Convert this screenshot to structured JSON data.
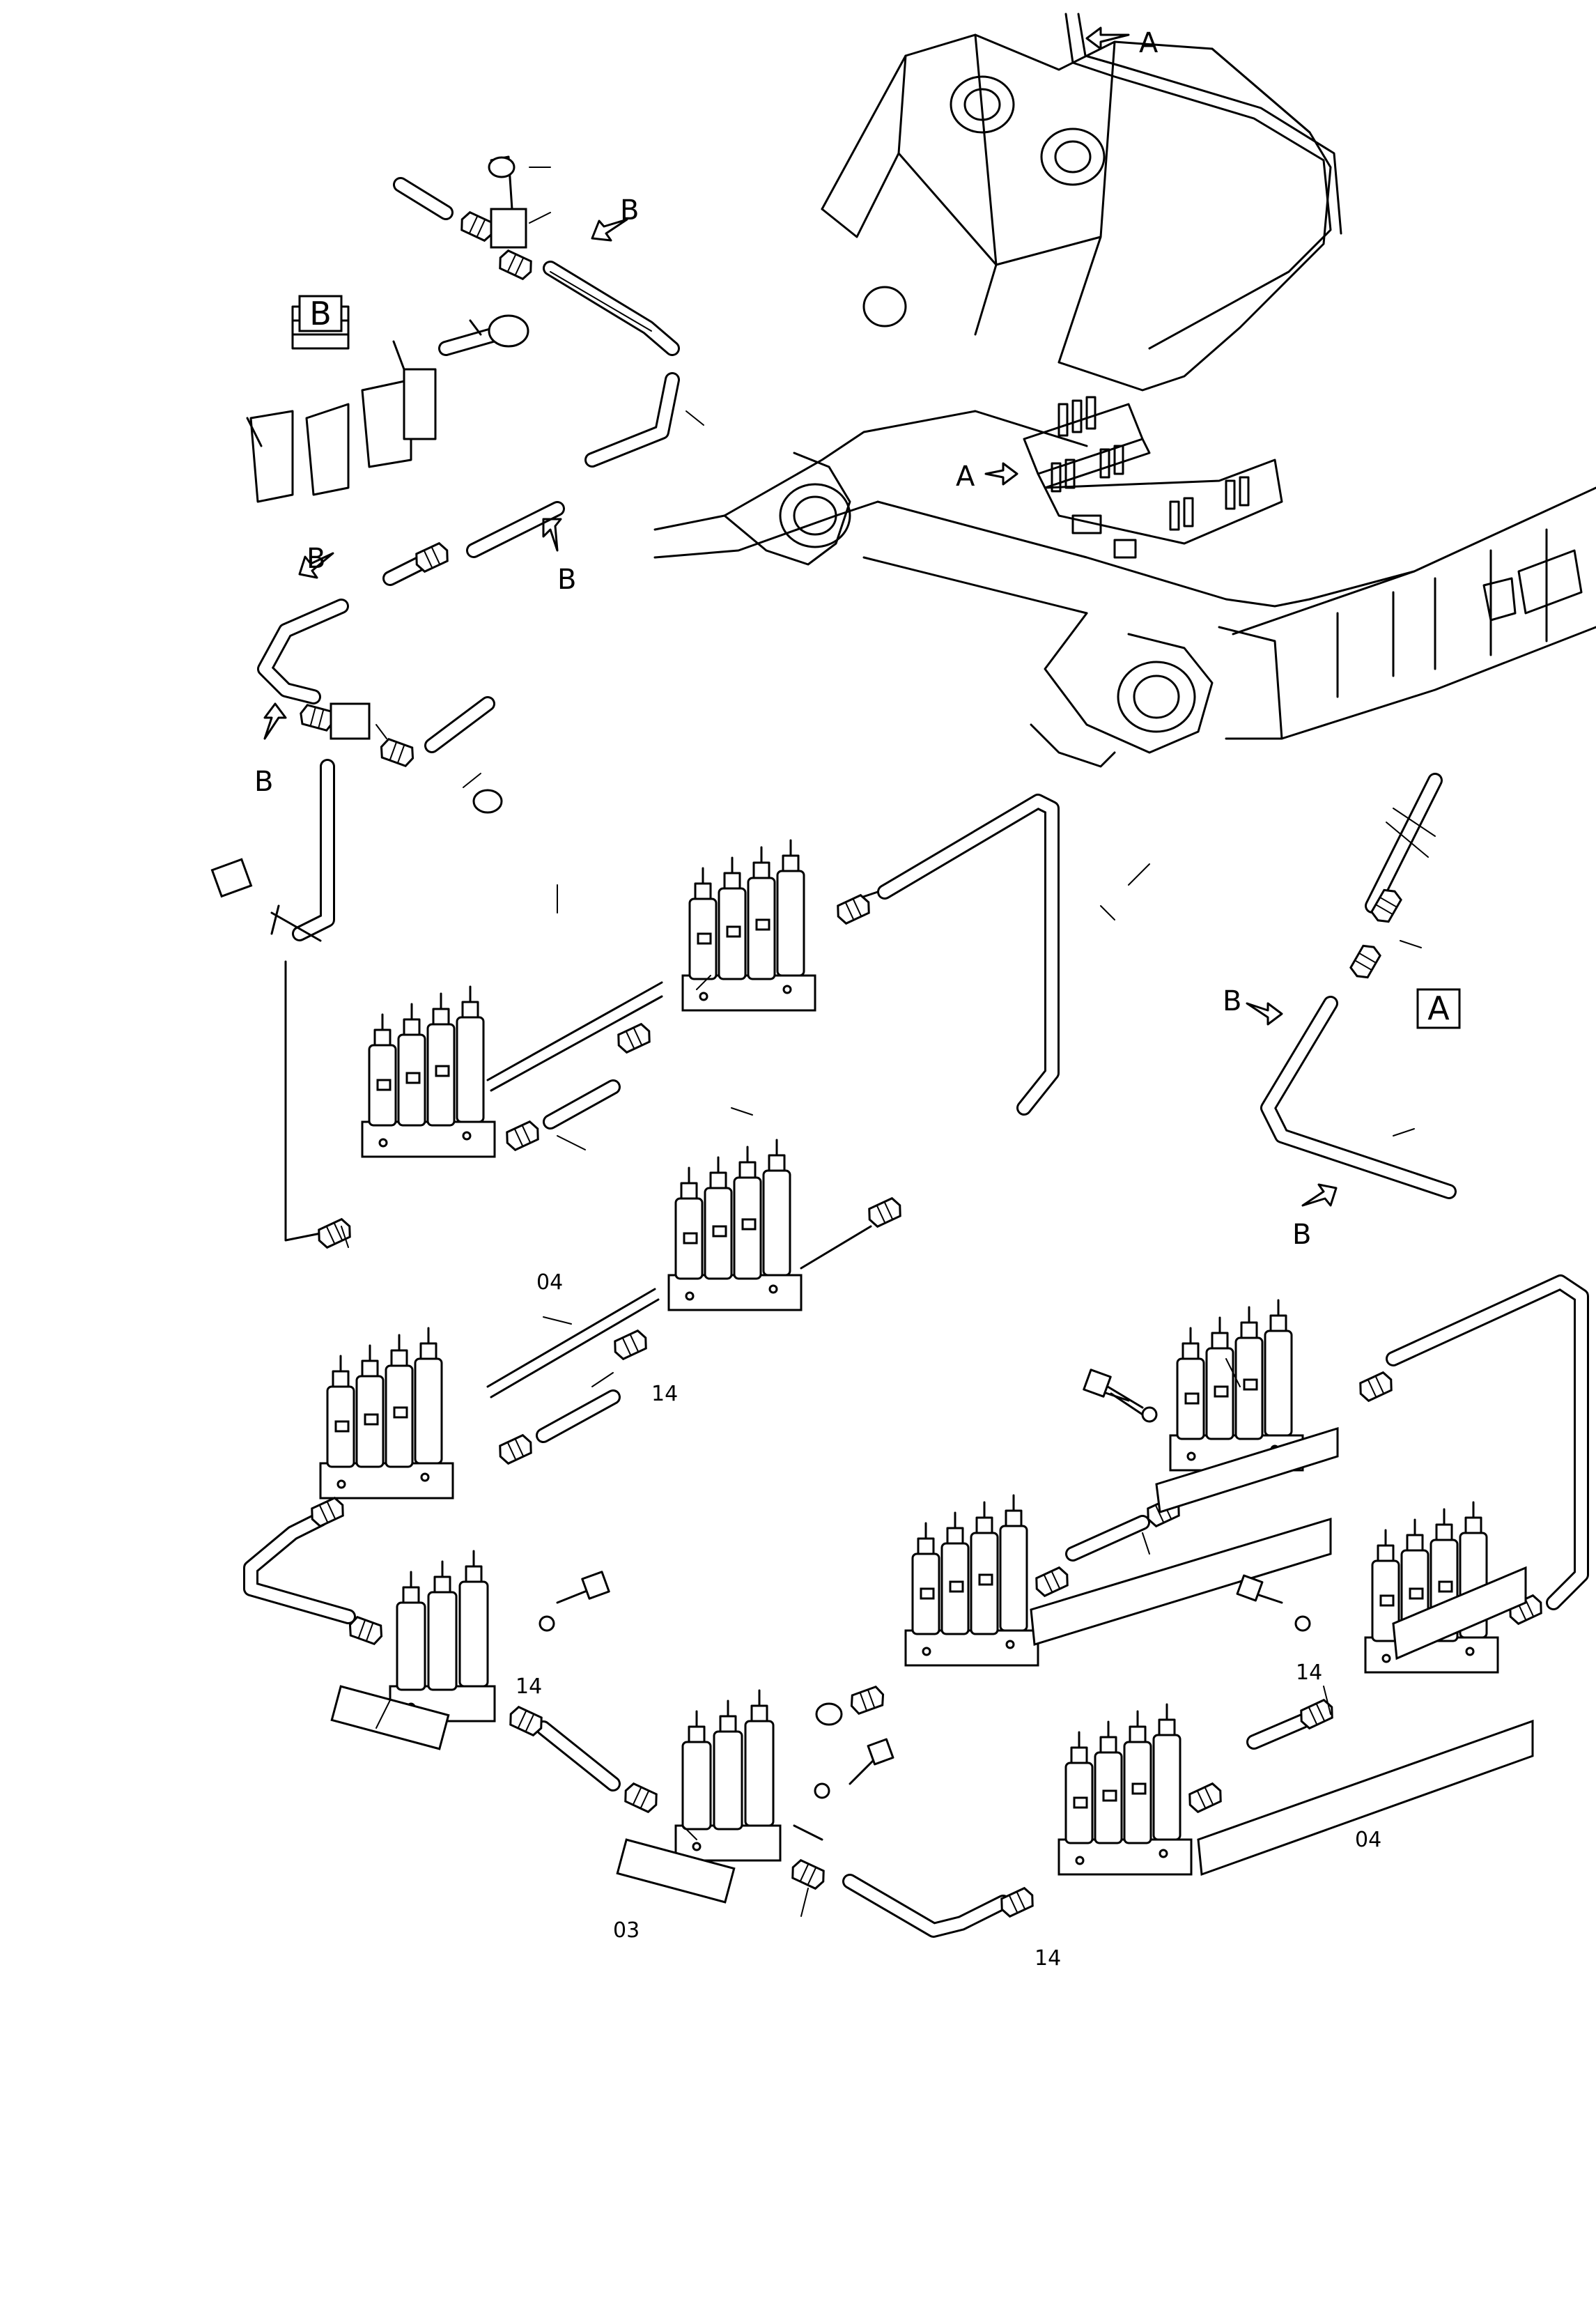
{
  "detail_labels": {
    "detail_b": "B",
    "detail_a": "A"
  },
  "view_markers": {
    "a_top": "A",
    "a_mid": "A",
    "b_1": "B",
    "b_2": "B",
    "b_3": "B",
    "b_4": "B",
    "b_5": "B",
    "b_6": "B"
  },
  "part_numbers": {
    "p04_a": "04",
    "p14_a": "14",
    "p14_b": "14",
    "p14_c": "14",
    "p14_d": "14",
    "p03": "03",
    "p04_b": "04"
  }
}
